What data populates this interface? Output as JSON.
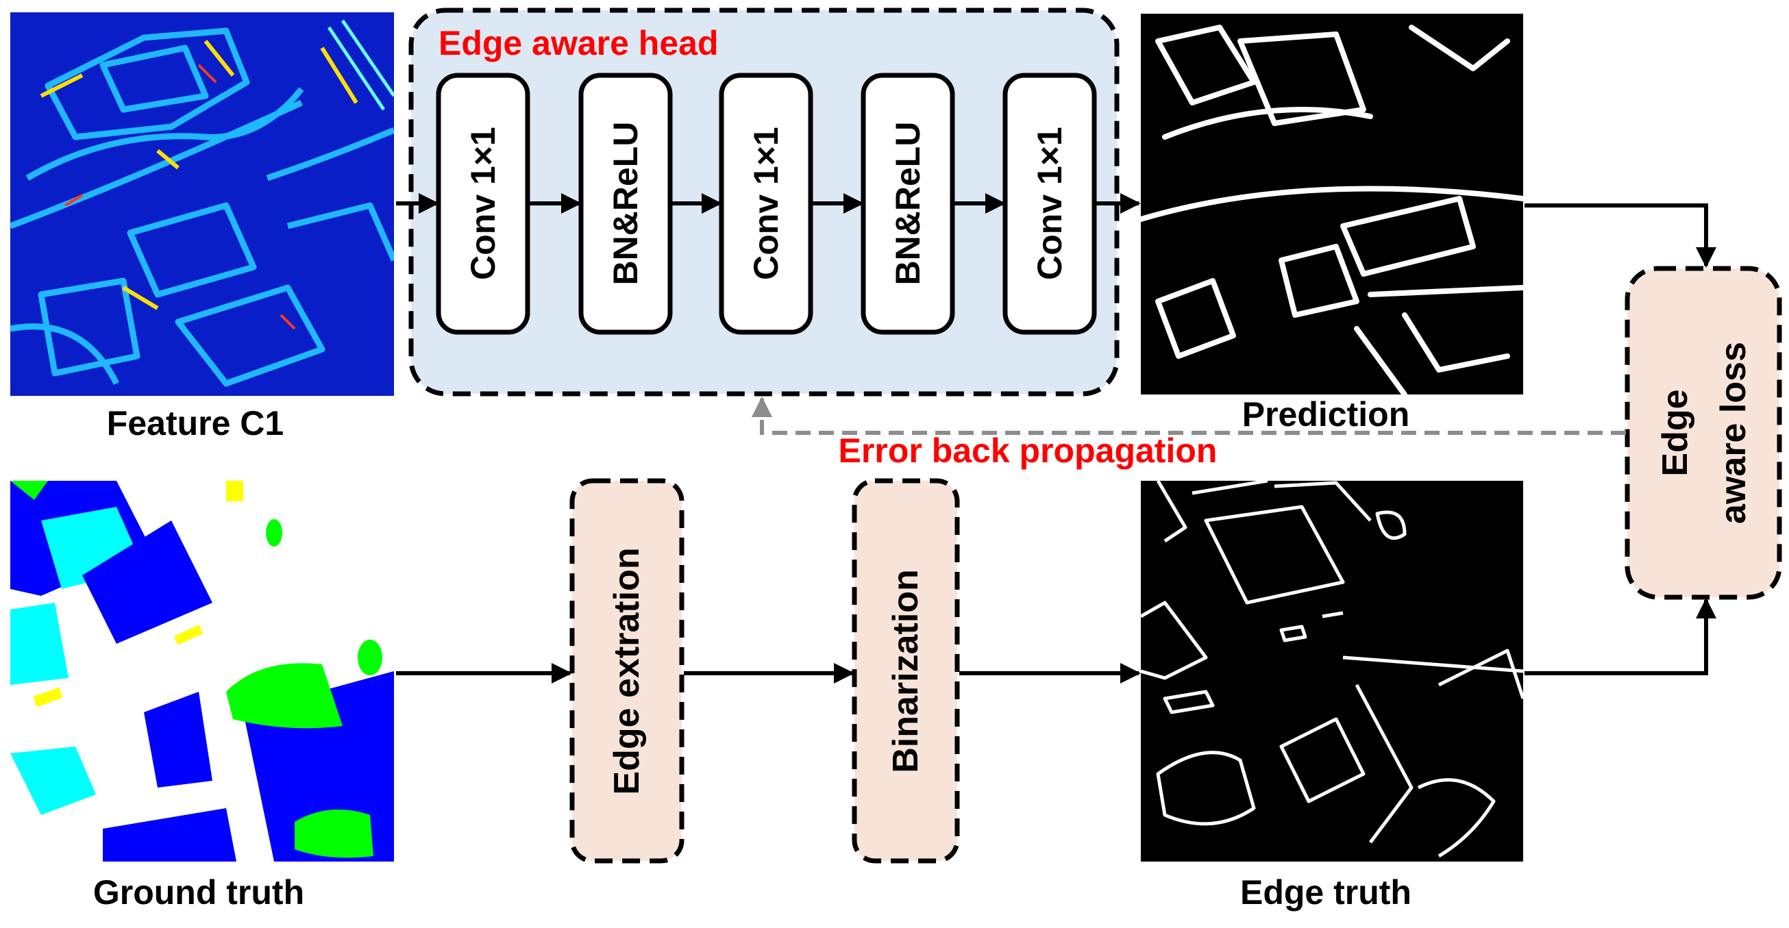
{
  "colors": {
    "head_panel": "#dce8f3",
    "node_fill": "#f7e3d8",
    "accent_red": "#ff0000",
    "feedback_gray": "#8c8c8c",
    "feature_bg": "#0a1ec8",
    "feature_edge": "#20b8ff",
    "gt_blue": "#0000ff",
    "gt_cyan": "#00ffff",
    "gt_green": "#00ff00",
    "gt_yellow": "#ffff00"
  },
  "images": {
    "feature": "Feature C1",
    "ground_truth": "Ground truth",
    "prediction": "Prediction",
    "edge_truth": "Edge truth"
  },
  "head": {
    "title": "Edge aware head",
    "blocks": [
      "Conv 1×1",
      "BN&ReLU",
      "Conv 1×1",
      "BN&ReLU",
      "Conv 1×1"
    ]
  },
  "pipeline": {
    "edge_extraction": "Edge extration",
    "binarization": "Binarization"
  },
  "loss": {
    "line1": "Edge",
    "line2": "aware loss"
  },
  "feedback_label": "Error back propagation"
}
